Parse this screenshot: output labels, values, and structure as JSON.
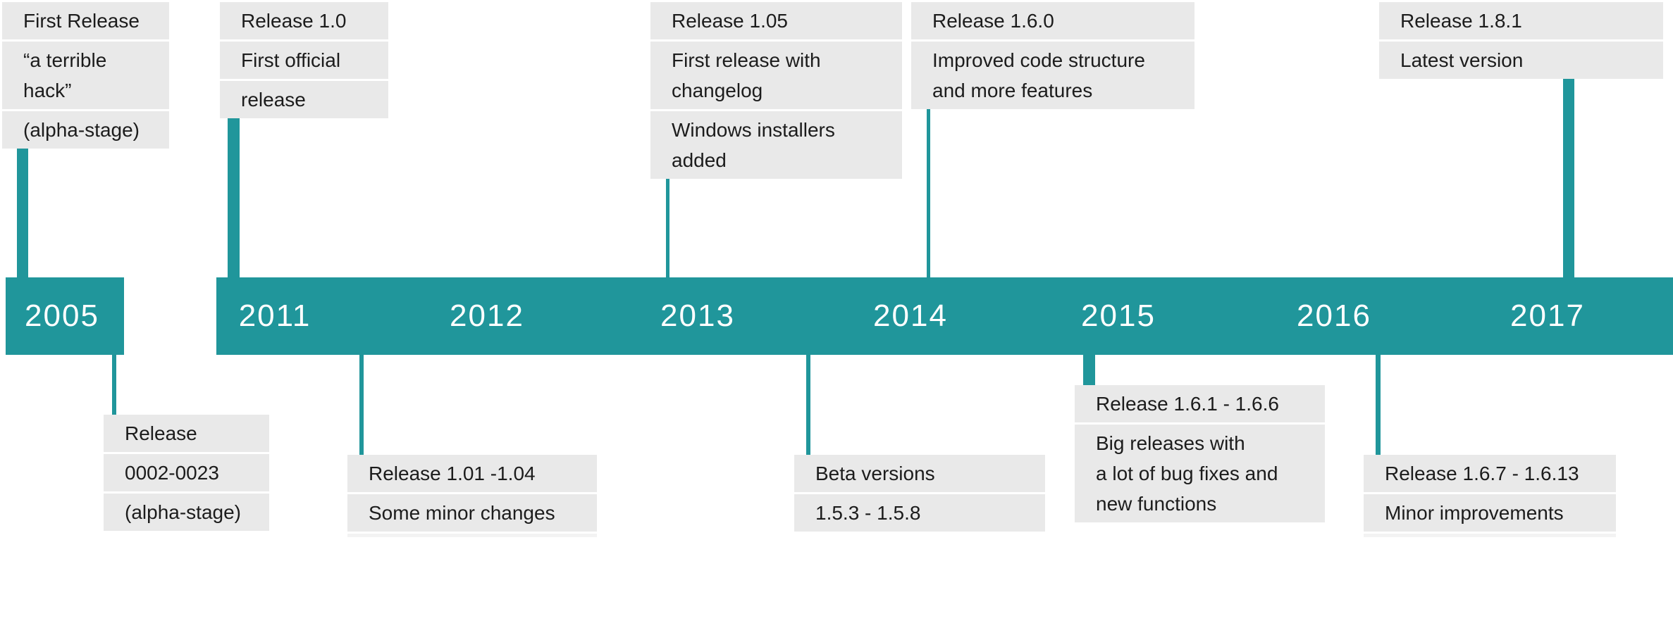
{
  "colors": {
    "accent_teal": "#20969B",
    "callout_gray": "#E9E9E9",
    "text_dark": "#1C1C1C",
    "year_text": "#FFFFFF"
  },
  "timeline": {
    "years": [
      "2005",
      "2011",
      "2012",
      "2013",
      "2014",
      "2015",
      "2016",
      "2017"
    ],
    "events_above": [
      {
        "anchor_year": "2005",
        "rows": [
          "First Release",
          "“a terrible\nhack”",
          "(alpha-stage)"
        ]
      },
      {
        "anchor_year": "2011",
        "rows": [
          "Release 1.0",
          "First official",
          "release"
        ]
      },
      {
        "anchor_year": "2013",
        "rows": [
          "Release 1.05",
          "First release with\nchangelog",
          "Windows installers\nadded"
        ]
      },
      {
        "anchor_year": "2014",
        "rows": [
          "Release 1.6.0",
          "Improved code structure\nand more features"
        ]
      },
      {
        "anchor_year": "2017",
        "rows": [
          "Release 1.8.1",
          "Latest version"
        ]
      }
    ],
    "events_below": [
      {
        "anchor_year": "2005",
        "rows": [
          "Release",
          "0002-0023",
          "(alpha-stage)"
        ]
      },
      {
        "anchor_year": "2011",
        "rows": [
          "Release 1.01 -1.04",
          "Some minor changes"
        ]
      },
      {
        "anchor_year": "2013",
        "rows": [
          "Beta versions",
          "1.5.3 - 1.5.8"
        ]
      },
      {
        "anchor_year": "2015",
        "rows": [
          "Release 1.6.1 - 1.6.6",
          "Big releases with\na lot of bug fixes and\nnew functions"
        ]
      },
      {
        "anchor_year": "2016",
        "rows": [
          "Release 1.6.7 - 1.6.13",
          "Minor improvements"
        ]
      }
    ]
  }
}
